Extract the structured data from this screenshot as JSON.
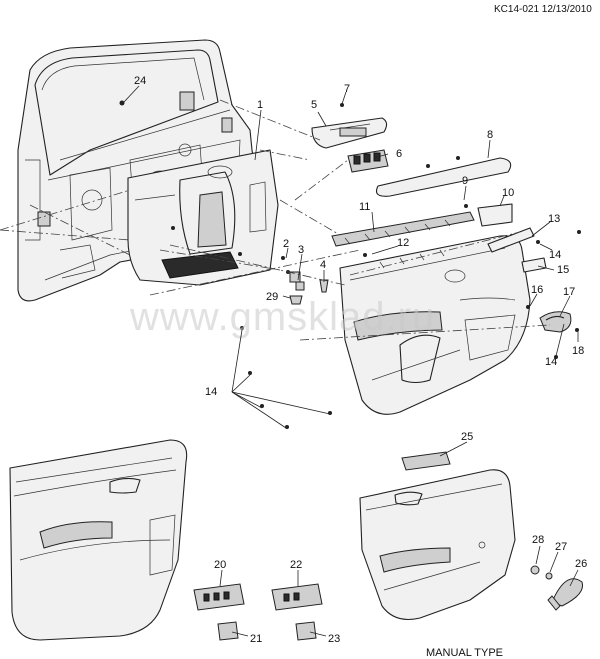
{
  "header": {
    "code": "KC14-021 12/13/2010"
  },
  "watermark": "www.gmsklad.ru",
  "footer": {
    "manual_type": "MANUAL TYPE"
  },
  "callouts": {
    "c1": "1",
    "c2": "2",
    "c3": "3",
    "c4": "4",
    "c5": "5",
    "c6": "6",
    "c7": "7",
    "c8": "8",
    "c9": "9",
    "c10": "10",
    "c11": "11",
    "c12": "12",
    "c13": "13",
    "c14a": "14",
    "c14b": "14",
    "c14c": "14",
    "c15": "15",
    "c16": "16",
    "c17": "17",
    "c18": "18",
    "c20": "20",
    "c21": "21",
    "c22": "22",
    "c23": "23",
    "c24": "24",
    "c25": "25",
    "c26": "26",
    "c27": "27",
    "c28": "28",
    "c29": "29"
  }
}
